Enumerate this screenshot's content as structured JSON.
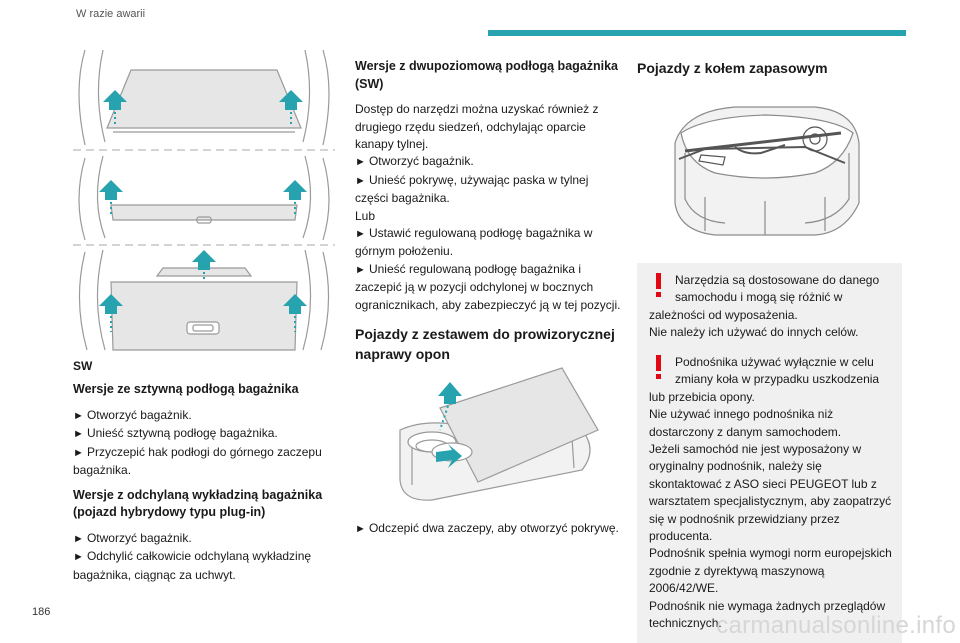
{
  "header": {
    "section_title": "W razie awarii",
    "page_number": "186"
  },
  "left_column": {
    "caption": "SW",
    "block1": {
      "heading": "Wersje ze sztywną podłogą bagażnika",
      "steps": [
        "Otworzyć bagażnik.",
        "Unieść sztywną podłogę bagażnika.",
        "Przyczepić hak podłogi do górnego zaczepu bagażnika."
      ]
    },
    "block2": {
      "heading": "Wersje z odchylaną wykładziną bagażnika (pojazd hybrydowy typu plug-in)",
      "steps": [
        "Otworzyć bagażnik.",
        "Odchylić całkowicie odchylaną wykładzinę bagażnika, ciągnąc za uchwyt."
      ]
    }
  },
  "middle_column": {
    "block1": {
      "heading": "Wersje z dwupoziomową podłogą bagażnika (SW)",
      "intro": "Dostęp do narzędzi można uzyskać również z drugiego rzędu siedzeń, odchylając oparcie kanapy tylnej.",
      "step1": "Otworzyć bagażnik.",
      "step2": "Unieść pokrywę, używając paska w tylnej części bagażnika.",
      "or_label": "Lub",
      "step3": "Ustawić regulowaną podłogę bagażnika w górnym położeniu.",
      "step4": "Unieść regulowaną podłogę bagażnika i zaczepić ją w pozycji odchylonej w bocznych ogranicznikach, aby zabezpieczyć ją w tej pozycji."
    },
    "block2": {
      "heading": "Pojazdy z zestawem do prowizorycznej naprawy opon",
      "step": "Odczepić dwa zaczepy, aby otworzyć pokrywę."
    }
  },
  "right_column": {
    "heading": "Pojazdy z kołem zapasowym",
    "warning1": {
      "text": "Narzędzia są dostosowane do danego samochodu i mogą się różnić w zależności od wyposażenia.",
      "text2": "Nie należy ich używać do innych celów."
    },
    "warning2": {
      "lines": [
        "Podnośnika używać wyłącznie w celu zmiany koła w przypadku uszkodzenia lub przebicia opony.",
        "Nie używać innego podnośnika niż dostarczony z danym samochodem.",
        "Jeżeli samochód nie jest wyposażony w oryginalny podnośnik, należy się skontaktować z ASO sieci PEUGEOT lub z warsztatem specjalistycznym, aby zaopatrzyć się w podnośnik przewidziany przez producenta.",
        "Podnośnik spełnia wymogi norm europejskich zgodnie z dyrektywą maszynową 2006/42/WE.",
        "Podnośnik nie wymaga żadnych przeglądów technicznych."
      ]
    }
  },
  "watermark": "carmanualsonline.info",
  "colors": {
    "accent": "#27a3b0",
    "warning": "#e30613",
    "box": "#f0f0f0"
  },
  "icons": [
    "warning-exclamation-icon",
    "arrow-up-icon"
  ]
}
